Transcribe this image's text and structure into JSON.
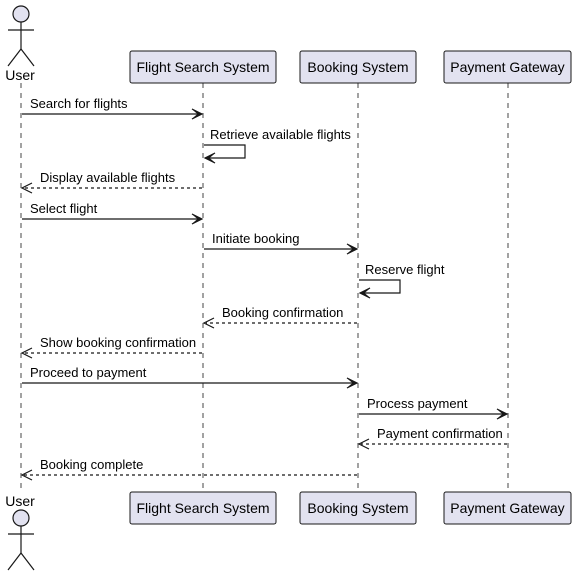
{
  "diagram": {
    "participants": [
      {
        "id": "user",
        "label": "User",
        "kind": "actor"
      },
      {
        "id": "fss",
        "label": "Flight Search System",
        "kind": "box"
      },
      {
        "id": "bs",
        "label": "Booking System",
        "kind": "box"
      },
      {
        "id": "pg",
        "label": "Payment Gateway",
        "kind": "box"
      }
    ],
    "messages": [
      {
        "from": "user",
        "to": "fss",
        "label": "Search for flights",
        "style": "solid"
      },
      {
        "from": "fss",
        "to": "fss",
        "label": "Retrieve available flights",
        "style": "solid"
      },
      {
        "from": "fss",
        "to": "user",
        "label": "Display available flights",
        "style": "dashed"
      },
      {
        "from": "user",
        "to": "fss",
        "label": "Select flight",
        "style": "solid"
      },
      {
        "from": "fss",
        "to": "bs",
        "label": "Initiate booking",
        "style": "solid"
      },
      {
        "from": "bs",
        "to": "bs",
        "label": "Reserve flight",
        "style": "solid"
      },
      {
        "from": "bs",
        "to": "fss",
        "label": "Booking confirmation",
        "style": "dashed"
      },
      {
        "from": "fss",
        "to": "user",
        "label": "Show booking confirmation",
        "style": "dashed"
      },
      {
        "from": "user",
        "to": "bs",
        "label": "Proceed to payment",
        "style": "solid"
      },
      {
        "from": "bs",
        "to": "pg",
        "label": "Process payment",
        "style": "solid"
      },
      {
        "from": "pg",
        "to": "bs",
        "label": "Payment confirmation",
        "style": "dashed"
      },
      {
        "from": "bs",
        "to": "user",
        "label": "Booking complete",
        "style": "dashed"
      }
    ],
    "colors": {
      "box_fill": "#e2e2f0",
      "box_border": "#181818",
      "lifeline": "#181818",
      "arrow": "#181818"
    }
  }
}
